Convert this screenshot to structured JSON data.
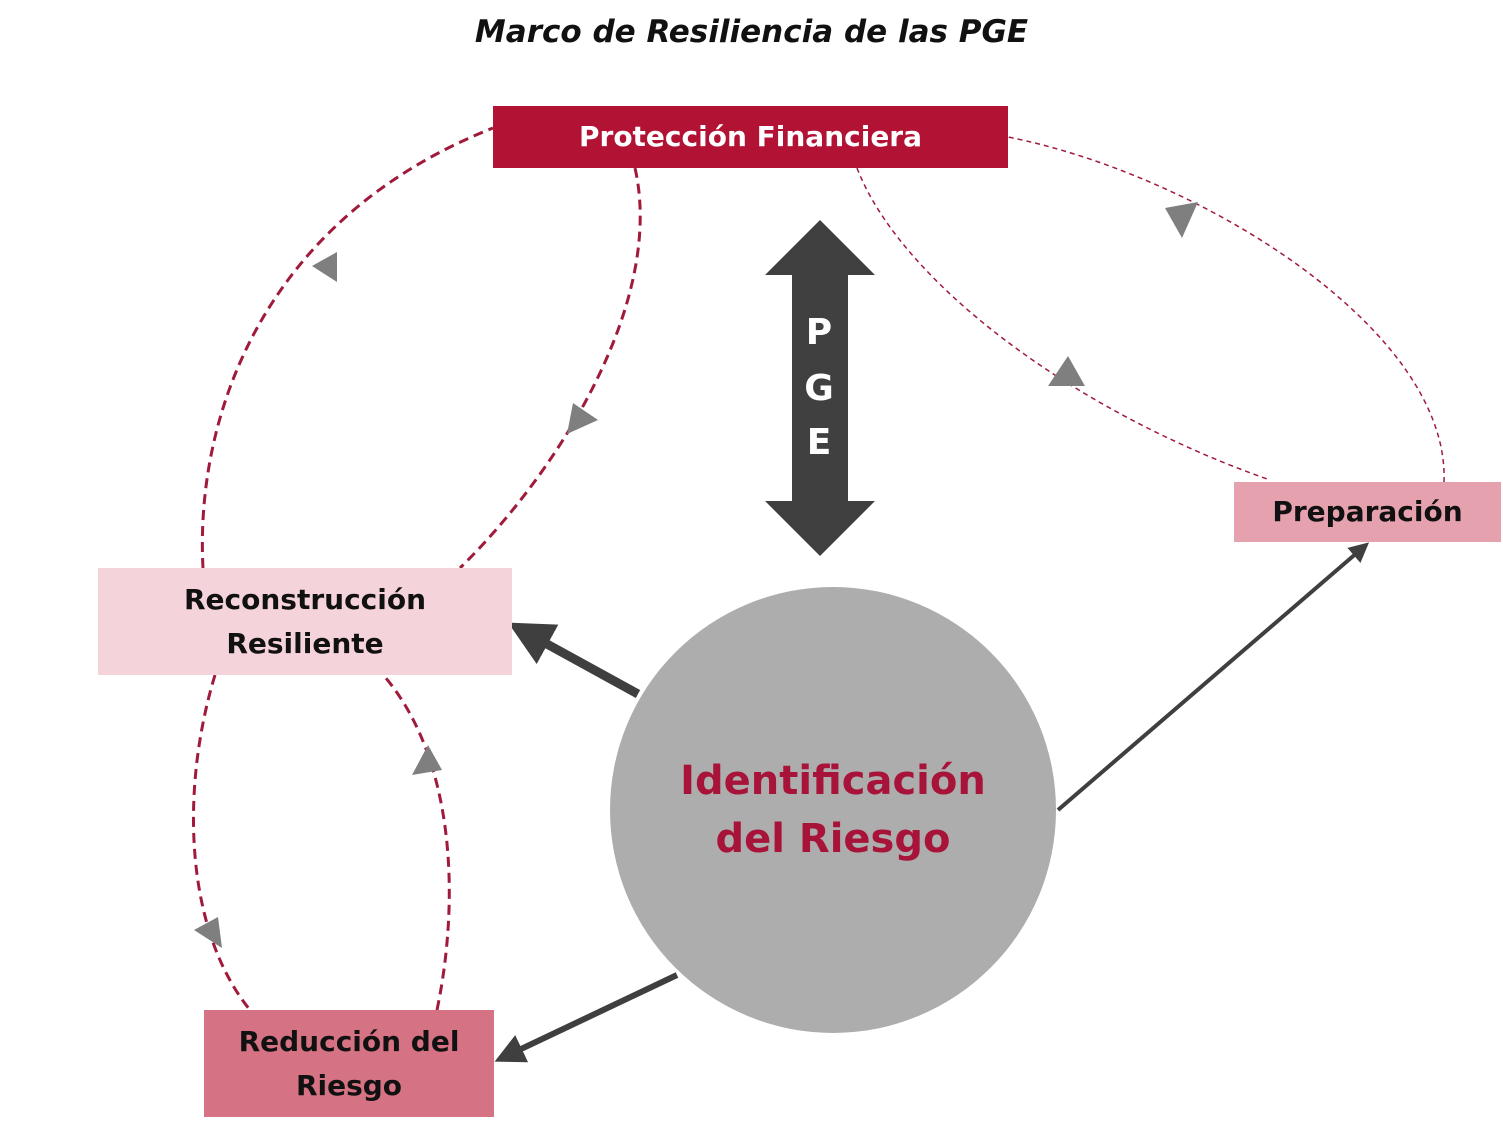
{
  "title": "Marco de Resiliencia de las PGE",
  "colors": {
    "proteccion_fill": "#b21233",
    "preparacion_fill": "#e5a1ae",
    "reconstruccion_fill": "#f4d3da",
    "reduccion_fill": "#d57283",
    "circle_fill": "#adadad",
    "circle_text": "#a8133a",
    "dashed_line": "#a01a3a",
    "solid_arrow": "#3f3f3f",
    "arrowhead": "#7f7f7f"
  },
  "nodes": {
    "proteccion": "Protección Financiera",
    "preparacion": "Preparación",
    "reconstruccion": {
      "line1": "Reconstrucción",
      "line2": "Resiliente"
    },
    "reduccion": {
      "line1": "Reducción del",
      "line2": "Riesgo"
    },
    "identificacion": {
      "line1": "Identificación",
      "line2": "del Riesgo"
    }
  },
  "pge": {
    "letter1": "P",
    "letter2": "G",
    "letter3": "E"
  }
}
